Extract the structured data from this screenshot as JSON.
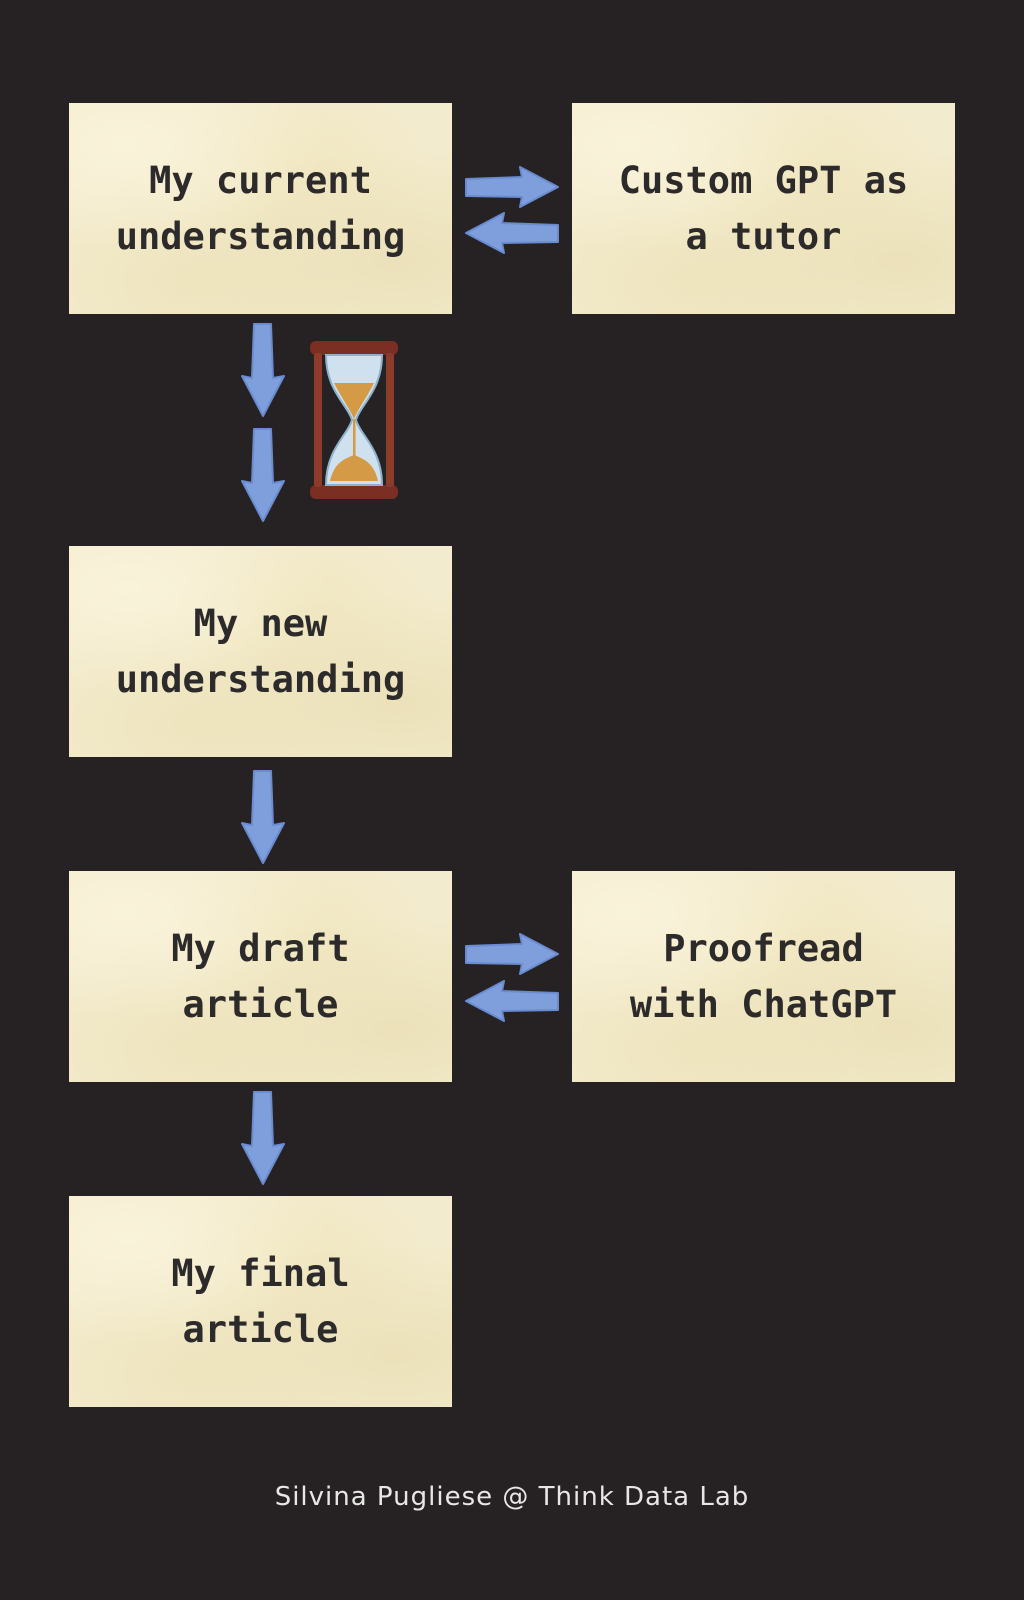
{
  "boxes": {
    "current": "My current\nunderstanding",
    "tutor": "Custom GPT as\na tutor",
    "new": "My new\nunderstanding",
    "draft": "My draft\narticle",
    "proofread": "Proofread\nwith ChatGPT",
    "final": "My final\narticle"
  },
  "footer": "Silvina Pugliese @ Think Data Lab",
  "icons": {
    "hourglass": "hourglass-icon",
    "arrow": "arrow-icon"
  },
  "colors": {
    "background": "#262223",
    "box_fill": "#f3ebcd",
    "box_text": "#2c2a2a",
    "arrow": "#7f9fdc",
    "footer_text": "#e9e6e6"
  }
}
